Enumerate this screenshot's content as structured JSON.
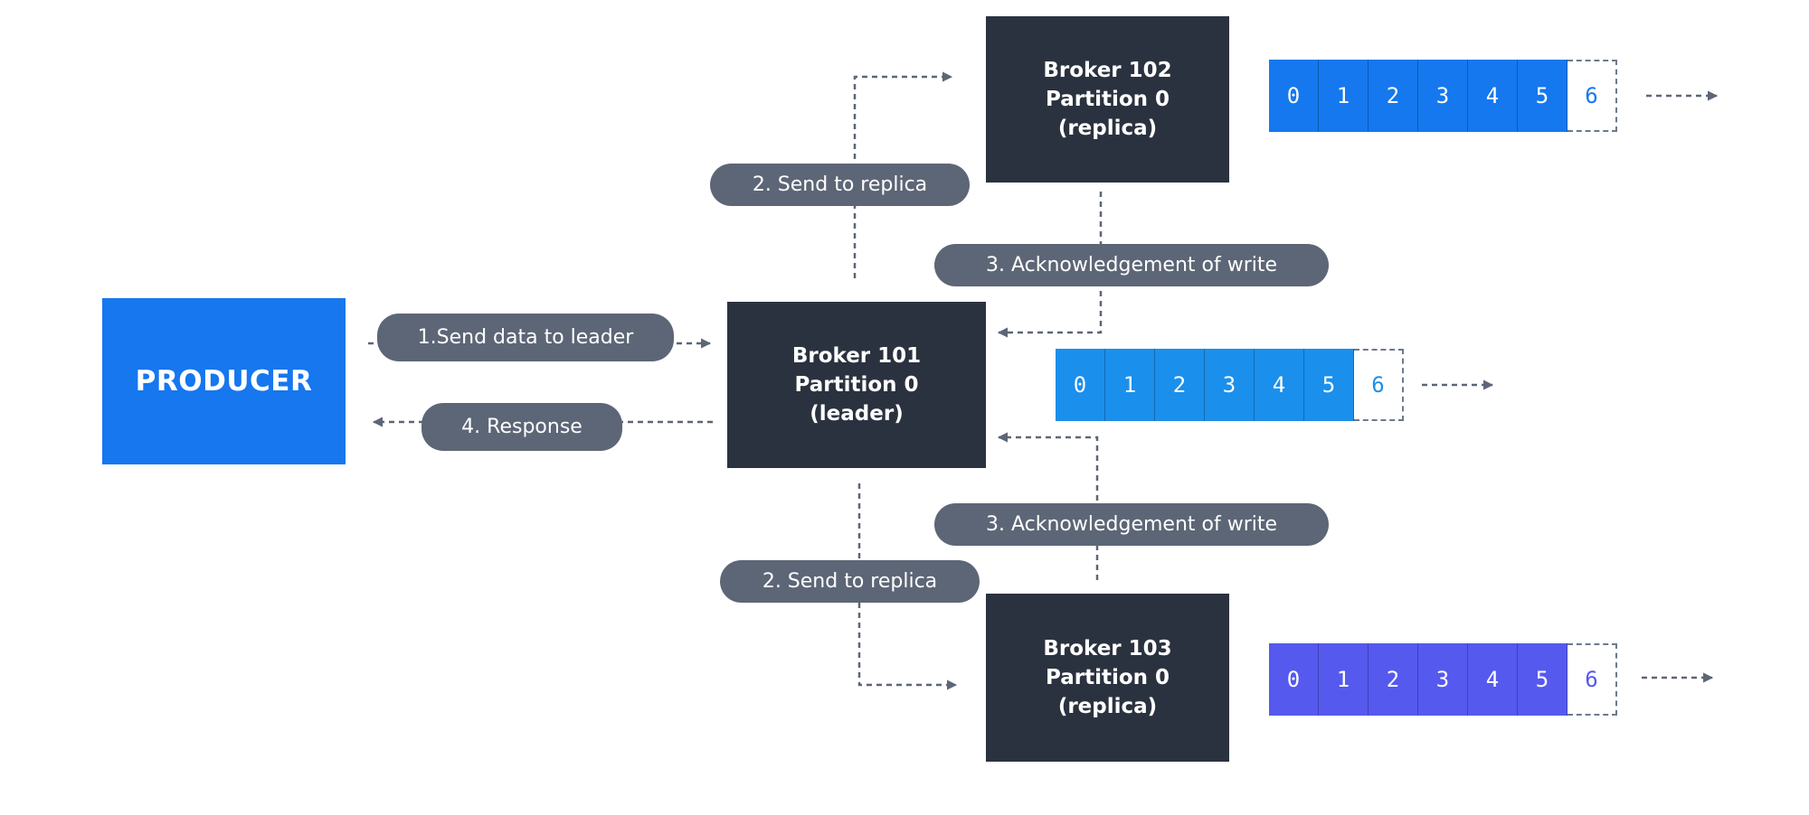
{
  "colors": {
    "producer": "#1677ef",
    "broker": "#2b323f",
    "pill": "#5d6676",
    "connector": "#5d6676",
    "log_102": "#1578ee",
    "log_101": "#1a8fec",
    "log_103": "#5659ee"
  },
  "producer": {
    "label": "PRODUCER"
  },
  "brokers": {
    "b101": {
      "line1": "Broker 101",
      "line2": "Partition 0",
      "line3": "(leader)"
    },
    "b102": {
      "line1": "Broker 102",
      "line2": "Partition 0",
      "line3": "(replica)"
    },
    "b103": {
      "line1": "Broker 103",
      "line2": "Partition 0",
      "line3": "(replica)"
    }
  },
  "steps": {
    "send_to_leader": "1.Send data to leader",
    "send_to_replica_top": "2. Send to replica",
    "send_to_replica_bottom": "2. Send to replica",
    "ack_top": "3. Acknowledgement of write",
    "ack_bottom": "3. Acknowledgement of write",
    "response": "4. Response"
  },
  "logs": {
    "log_102": {
      "offsets": [
        "0",
        "1",
        "2",
        "3",
        "4",
        "5"
      ],
      "new_offset": "6"
    },
    "log_101": {
      "offsets": [
        "0",
        "1",
        "2",
        "3",
        "4",
        "5"
      ],
      "new_offset": "6"
    },
    "log_103": {
      "offsets": [
        "0",
        "1",
        "2",
        "3",
        "4",
        "5"
      ],
      "new_offset": "6"
    }
  }
}
